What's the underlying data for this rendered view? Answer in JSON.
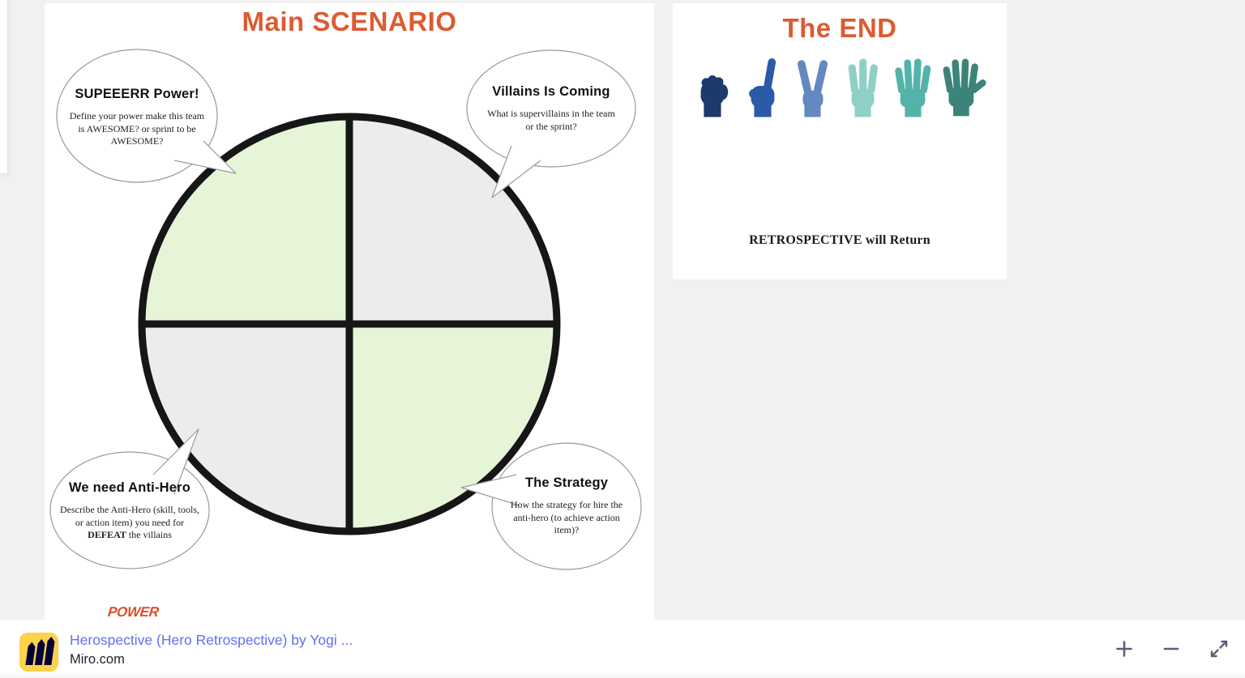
{
  "board": {
    "main_frame": {
      "title": "Main SCENARIO",
      "power_label": "POWER",
      "wheel": {
        "green": "#e6f5d8",
        "gray": "#ececec",
        "outline": "#161616"
      },
      "bubbles": [
        {
          "heading": "SUPEEERR Power!",
          "body": "Define your power make this team is AWESOME? or sprint to be AWESOME?"
        },
        {
          "heading": "Villains Is Coming",
          "body": "What is supervillains in the team or the sprint?"
        },
        {
          "heading": "We need Anti-Hero",
          "body_before": "Describe the Anti-Hero (skill, tools, or action item) you need for ",
          "body_bold": "DEFEAT",
          "body_after": " the villains"
        },
        {
          "heading": "The Strategy",
          "body": "How the strategy for hire the anti-hero (to achieve action item)?"
        }
      ]
    },
    "end_frame": {
      "title": "The END",
      "caption": "RETROSPECTIVE will Return",
      "hands": [
        {
          "icon": "fist-hand-icon",
          "fingers": 0,
          "color": "#1c3a6b"
        },
        {
          "icon": "one-finger-hand-icon",
          "fingers": 1,
          "color": "#2b5aa7"
        },
        {
          "icon": "two-fingers-hand-icon",
          "fingers": 2,
          "color": "#6389c0"
        },
        {
          "icon": "three-fingers-hand-icon",
          "fingers": 3,
          "color": "#8fd0c6"
        },
        {
          "icon": "four-fingers-hand-icon",
          "fingers": 4,
          "color": "#53b3a9"
        },
        {
          "icon": "five-fingers-hand-icon",
          "fingers": 5,
          "color": "#3c8379"
        }
      ]
    }
  },
  "footer": {
    "title": "Herospective (Hero Retrospective) by Yogi ...",
    "subtitle": "Miro.com",
    "link_color": "#6170f0",
    "controls": {
      "zoom_in": "plus",
      "zoom_out": "minus",
      "fullscreen": "expand-arrows"
    }
  },
  "theme": {
    "background": "#f1f1f1",
    "frame_bg": "#ffffff",
    "accent_orange": "#dc5b32",
    "logo_yellow": "#fcd24b",
    "logo_mark": "#050038"
  }
}
